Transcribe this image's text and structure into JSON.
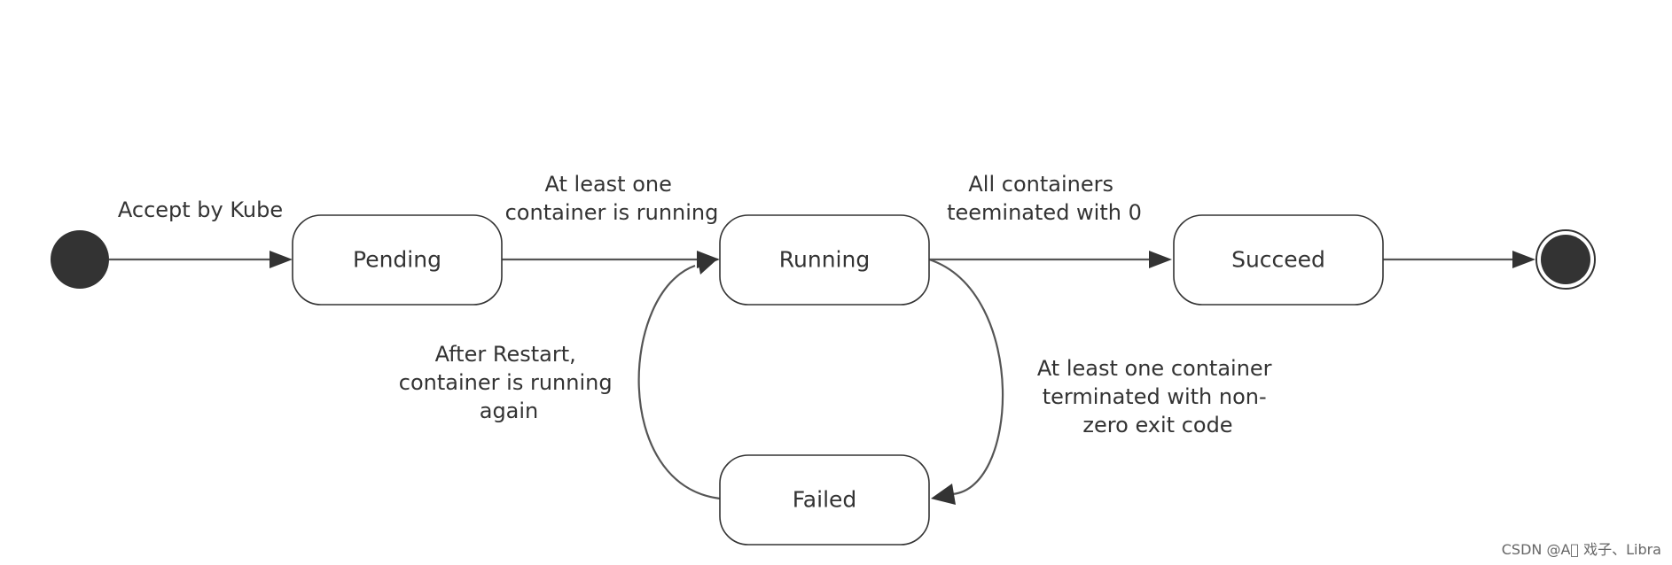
{
  "states": {
    "pending": "Pending",
    "running": "Running",
    "succeed": "Succeed",
    "failed": "Failed"
  },
  "transitions": {
    "initial_to_pending": [
      "Accept by Kube"
    ],
    "pending_to_running": [
      "At least one",
      "container is running"
    ],
    "running_to_succeed": [
      "All containers",
      "teeminated with 0"
    ],
    "running_to_failed": [
      "At least one container",
      "terminated with non-",
      "zero exit code"
    ],
    "failed_to_running": [
      "After Restart,",
      "container is running",
      "again"
    ]
  },
  "watermark": "CSDN @A\u0000 戏子、Libra",
  "colors": {
    "node_fill": "#333333",
    "line": "#555555",
    "text": "#333333"
  }
}
